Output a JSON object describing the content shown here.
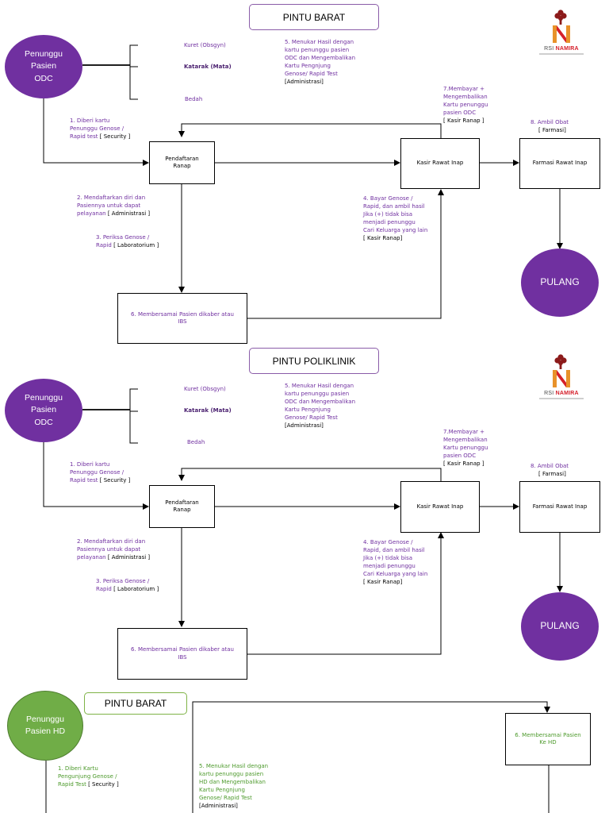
{
  "section1": {
    "gate": "PINTU BARAT",
    "start": [
      "Penunggu",
      "Pasien",
      "ODC"
    ],
    "depts": [
      "Kuret (Obsgyn)",
      "Katarak (Mata)",
      "Bedah"
    ],
    "box_register": [
      "Pendaftaran",
      "Ranap"
    ],
    "box_cashier": "Kasir Rawat Inap",
    "box_pharmacy": "Farmasi Rawat Inap",
    "box_accompany": [
      "6. Membersamai Pasien dikaber atau",
      "IBS"
    ],
    "end": "PULANG",
    "step1": [
      "1. Diberi kartu",
      "Penunggu  Genose /",
      "Rapid test"
    ],
    "step1_tag": "[ Security ]",
    "step2": [
      "2. Mendaftarkan diri dan",
      "Pasiennya untuk dapat",
      "pelayanan"
    ],
    "step2_tag": "[ Administrasi ]",
    "step3": [
      "3. Periksa Genose /",
      "Rapid"
    ],
    "step3_tag": "[ Laboratorium ]",
    "step4": [
      "4.   Bayar   Genose   /",
      "Rapid, dan ambil hasil",
      "Jika    (+)    tidak    bisa",
      "menjadi penunggu",
      "Cari Keluarga yang lain"
    ],
    "step4_tag": "[ Kasir Ranap]",
    "step5": [
      "5. Menukar Hasil dengan",
      "kartu penunggu pasien",
      "ODC dan Mengembalikan",
      "Kartu Pengnjung",
      "Genose/ Rapid Test"
    ],
    "step5_tag": "[Administrasi]",
    "step7": [
      "7.Membayar +",
      "Mengembalikan",
      "Kartu penunggu",
      "pasien ODC"
    ],
    "step7_tag": "[ Kasir Ranap ]",
    "step8": "8. Ambil Obat",
    "step8_tag": "[ Farmasi]"
  },
  "section2": {
    "gate": "PINTU POLIKLINIK",
    "start": [
      "Penunggu",
      "Pasien",
      "ODC"
    ],
    "depts": [
      "Kuret (Obsgyn)",
      "Katarak (Mata)",
      "Bedah"
    ],
    "box_register": [
      "Pendaftaran",
      "Ranap"
    ],
    "box_cashier": "Kasir Rawat Inap",
    "box_pharmacy": "Farmasi Rawat Inap",
    "box_accompany": [
      "6. Membersamai Pasien dikaber atau",
      "IBS"
    ],
    "end": "PULANG",
    "step1": [
      "1. Diberi kartu",
      "Penunggu  Genose /",
      "Rapid test"
    ],
    "step1_tag": "[ Security ]",
    "step2": [
      "2. Mendaftarkan diri dan",
      "Pasiennya untuk dapat",
      "pelayanan"
    ],
    "step2_tag": "[ Administrasi ]",
    "step3": [
      "3. Periksa Genose /",
      "Rapid"
    ],
    "step3_tag": "[ Laboratorium ]",
    "step4": [
      "4.   Bayar   Genose   /",
      "Rapid, dan ambil hasil",
      "Jika    (+)    tidak    bisa",
      "menjadi penunggu",
      "Cari Keluarga yang lain"
    ],
    "step4_tag": "[ Kasir Ranap]",
    "step5": [
      "5. Menukar Hasil dengan",
      "kartu penunggu pasien",
      "ODC dan Mengembalikan",
      "Kartu Pengnjung",
      "Genose/ Rapid Test"
    ],
    "step5_tag": "[Administrasi]",
    "step7": [
      "7.Membayar +",
      "Mengembalikan",
      "Kartu penunggu",
      "pasien ODC"
    ],
    "step7_tag": "[ Kasir Ranap ]",
    "step8": "8. Ambil Obat",
    "step8_tag": "[ Farmasi]"
  },
  "section3": {
    "gate": "PINTU BARAT",
    "start": [
      "Penunggu",
      "Pasien HD"
    ],
    "step1": [
      "1. Diberi Kartu",
      "Pengunjung Genose /",
      "Rapid Test"
    ],
    "step1_tag": "[ Security ]",
    "step5": [
      "5. Menukar Hasil dengan",
      "kartu penunggu pasien",
      "HD dan Mengembalikan",
      "Kartu Pengnjung",
      "Genose/ Rapid Test"
    ],
    "step5_tag": "[Administrasi]",
    "box_accompany": [
      "6. Membersamai Pasien",
      "Ke HD"
    ]
  },
  "logo": {
    "prefix": "RSI",
    "brand": "NAMIRA",
    "colors": {
      "orange": "#e8922a",
      "red": "#d5202b",
      "dark_red": "#8c1a1a"
    }
  },
  "colors": {
    "purple": "#7030a0",
    "green": "#70ad47",
    "text_purple": "#7030a0",
    "text_green": "#4d9a2c"
  }
}
